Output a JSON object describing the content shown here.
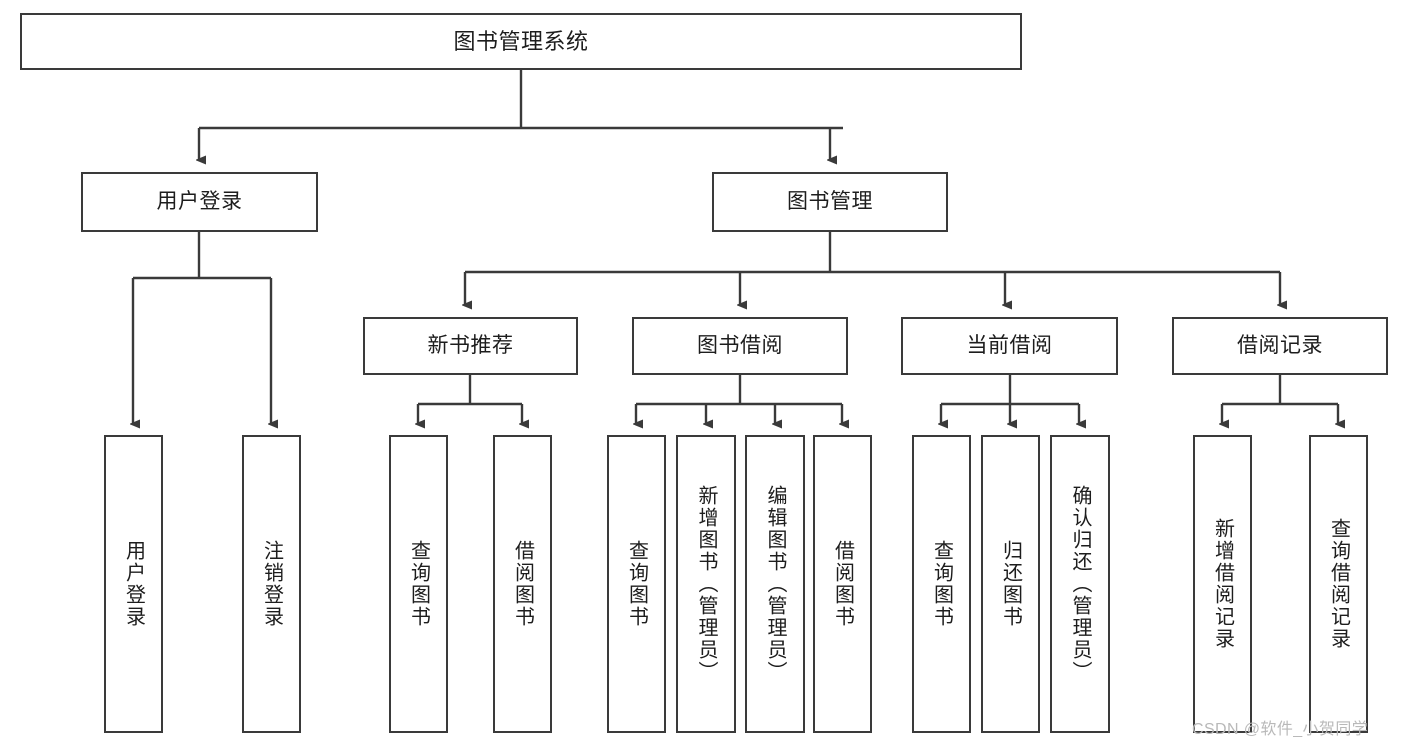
{
  "diagram": {
    "title": "图书管理系统",
    "type": "hierarchy-tree",
    "levels": 4,
    "line_color": "#3a3a3a",
    "box_fill": "#ffffff",
    "text_color": "#1d1d1d"
  },
  "nodes": {
    "root": {
      "label": "图书管理系统"
    },
    "level2": [
      {
        "label": "用户登录"
      },
      {
        "label": "图书管理"
      }
    ],
    "level3": [
      {
        "label": "新书推荐"
      },
      {
        "label": "图书借阅"
      },
      {
        "label": "当前借阅"
      },
      {
        "label": "借阅记录"
      }
    ],
    "leaves": {
      "user_login": [
        {
          "label": "用户登录"
        },
        {
          "label": "注销登录"
        }
      ],
      "new_book": [
        {
          "label": "查询图书"
        },
        {
          "label": "借阅图书"
        }
      ],
      "book_borrow": [
        {
          "label": "查询图书"
        },
        {
          "label": "新增图书（管理员）"
        },
        {
          "label": "编辑图书（管理员）"
        },
        {
          "label": "借阅图书"
        }
      ],
      "current_borrow": [
        {
          "label": "查询图书"
        },
        {
          "label": "归还图书"
        },
        {
          "label": "确认归还（管理员）"
        }
      ],
      "borrow_record": [
        {
          "label": "新增借阅记录"
        },
        {
          "label": "查询借阅记录"
        }
      ]
    }
  },
  "watermark": {
    "text": "CSDN @软件_小贺同学"
  }
}
